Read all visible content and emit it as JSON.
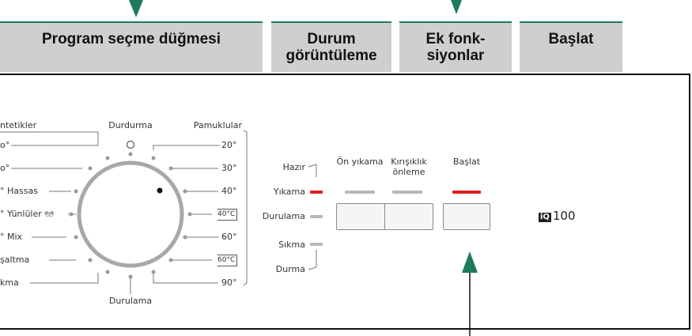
{
  "headers": {
    "program": "Program seçme düğmesi",
    "status": "Durum görüntüleme",
    "extra": "Ek fonk-siyonlar",
    "start": "Başlat"
  },
  "dial": {
    "top_label": "Durdurma",
    "bottom_label": "Durulama",
    "left_group_label": "ntetikler",
    "right_group_label": "Pamuklular",
    "left_items": [
      "o°",
      "o°",
      "° Hassas",
      "° Yünlüler",
      "° Mix",
      "şaltma",
      "kma"
    ],
    "right_items": [
      "20°",
      "30°",
      "40°",
      "40°C",
      "60°",
      "60°C",
      "90°"
    ]
  },
  "status_labels": [
    "Hazır",
    "Yıkama",
    "Durulama",
    "Sıkma",
    "Durma"
  ],
  "extra_functions": {
    "prewash_label": "Ön yıkama",
    "anticrease_label": "Kırışıklık önleme"
  },
  "start_button_label": "Başlat",
  "brand": {
    "logo": "iQ",
    "model": "100"
  },
  "colors": {
    "header_bg": "#cfcfcf",
    "header_rule": "#1d7a5b",
    "arrow": "#1d7a5b",
    "led_on": "#e02020",
    "led_off": "#b8b8b8"
  }
}
